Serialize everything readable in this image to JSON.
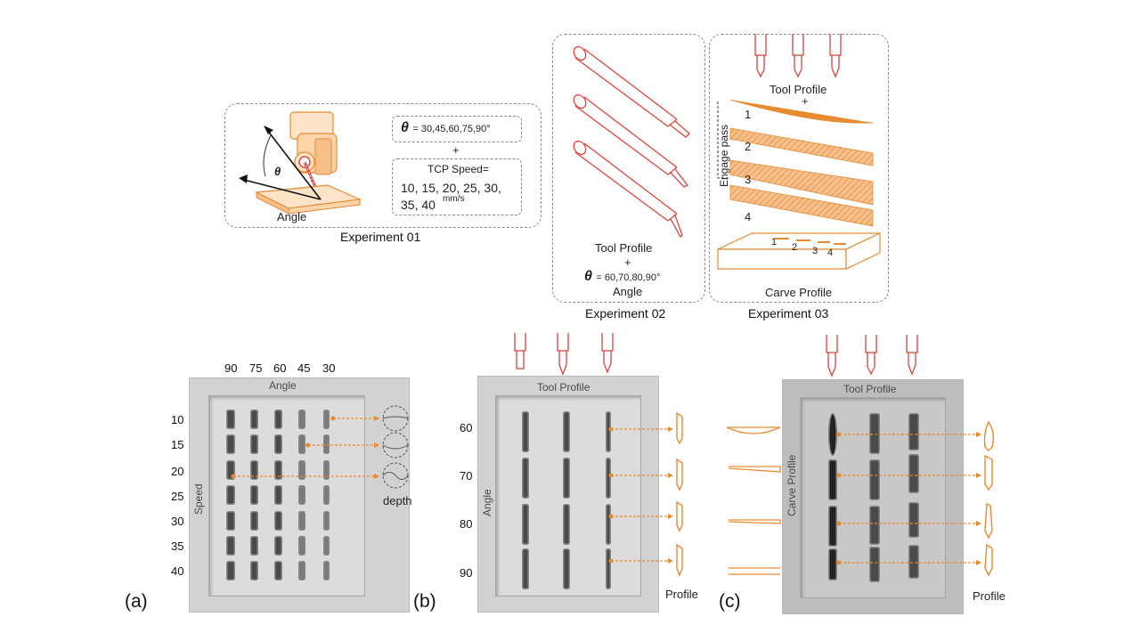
{
  "exp01": {
    "theta_label": "θ",
    "theta_values": "= 30,45,60,75,90°",
    "plus": "+",
    "tcp_title": "TCP Speed=",
    "tcp_line1": "10, 15, 20, 25, 30,",
    "tcp_line2": "35, 40",
    "tcp_unit": "mm/s",
    "angle_label": "Angle",
    "robot_theta": "θ",
    "caption": "Experiment 01"
  },
  "exp02": {
    "tool_profile": "Tool Profile",
    "plus": "+",
    "theta_label": "θ",
    "theta_values": "= 60,70,80,90°",
    "angle_label": "Angle",
    "caption": "Experiment 02"
  },
  "exp03": {
    "tool_profile": "Tool Profile",
    "plus": "+",
    "engage_label": "Engage pass",
    "passes": [
      "1",
      "2",
      "3",
      "4"
    ],
    "carve_numbers": [
      "1",
      "2",
      "3",
      "4"
    ],
    "carve_profile": "Carve Profile",
    "caption": "Experiment 03"
  },
  "panel_a": {
    "letter": "(a)",
    "col_labels": [
      "90",
      "75",
      "60",
      "45",
      "30"
    ],
    "row_labels": [
      "10",
      "15",
      "20",
      "25",
      "30",
      "35",
      "40"
    ],
    "top_label": "Angle",
    "side_label": "Speed",
    "depth_label": "depth"
  },
  "panel_b": {
    "letter": "(b)",
    "row_labels": [
      "60",
      "70",
      "80",
      "90"
    ],
    "top_label": "Tool Profile",
    "side_label": "Angle",
    "profile_label": "Profile"
  },
  "panel_c": {
    "letter": "(c)",
    "top_label": "Tool Profile",
    "side_label": "Carve Profile",
    "profile_label": "Profile"
  },
  "colors": {
    "orange": "#e88a2e",
    "red": "#d9453b",
    "dash": "#8a8a8a"
  }
}
